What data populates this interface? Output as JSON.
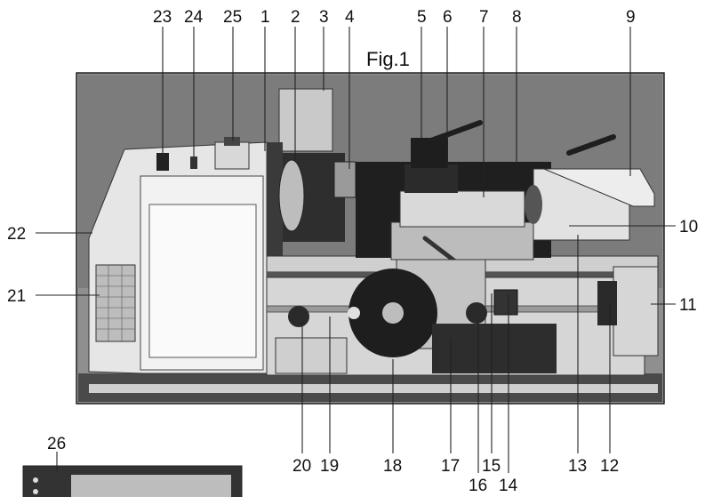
{
  "figure": {
    "title": "Fig.1",
    "labels": {
      "n1": "1",
      "n2": "2",
      "n3": "3",
      "n4": "4",
      "n5": "5",
      "n6": "6",
      "n7": "7",
      "n8": "8",
      "n9": "9",
      "n10": "10",
      "n11": "11",
      "n12": "12",
      "n13": "13",
      "n14": "14",
      "n15": "15",
      "n16": "16",
      "n17": "17",
      "n18": "18",
      "n19": "19",
      "n20": "20",
      "n21": "21",
      "n22": "22",
      "n23": "23",
      "n24": "24",
      "n25": "25",
      "n26": "26"
    }
  }
}
